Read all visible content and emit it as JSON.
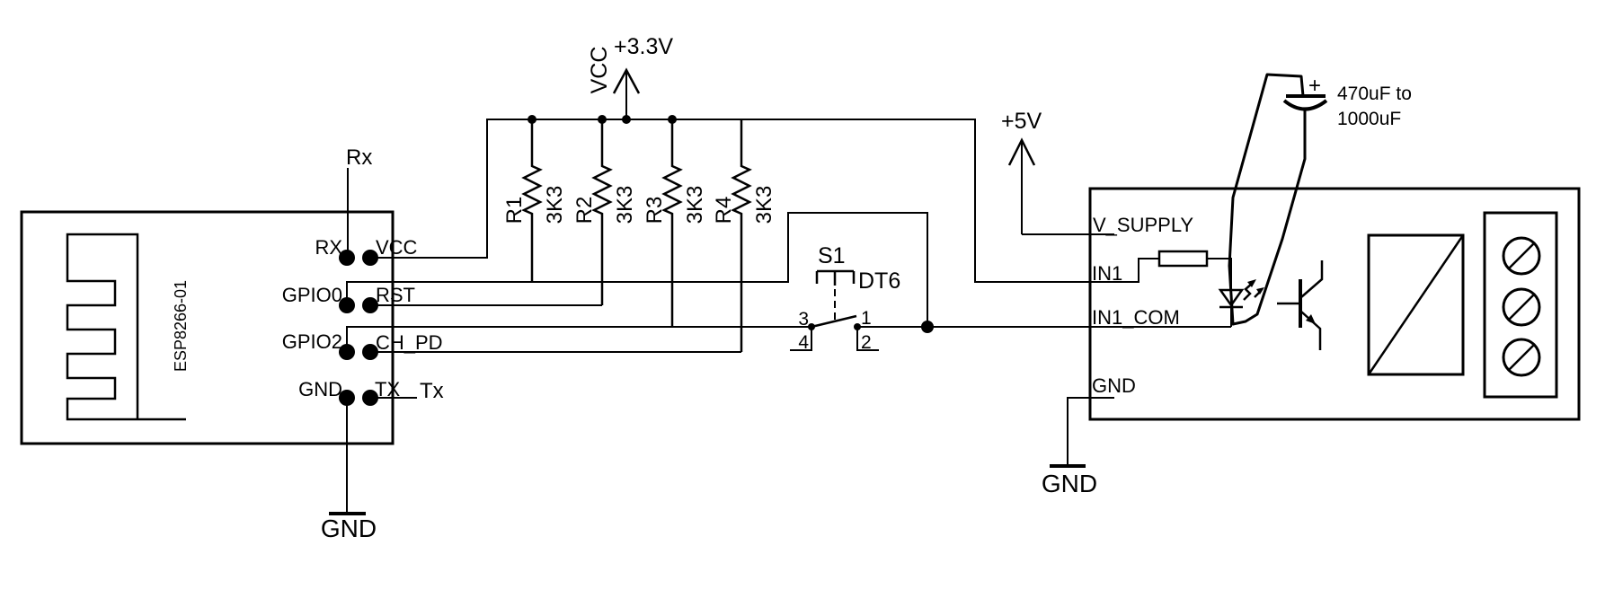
{
  "esp": {
    "part": "ESP8266-01",
    "pins": {
      "rx": "RX",
      "vcc": "VCC",
      "gpio0": "GPIO0",
      "rst": "RST",
      "gpio2": "GPIO2",
      "ch_pd": "CH_PD",
      "gnd": "GND",
      "tx": "TX"
    }
  },
  "wire_labels": {
    "rx": "Rx",
    "tx": "Tx"
  },
  "power": {
    "vcc": "VCC",
    "v3_3": "+3.3V",
    "v5": "+5V",
    "gnd": "GND"
  },
  "resistors": [
    {
      "ref": "R1",
      "value": "3K3"
    },
    {
      "ref": "R2",
      "value": "3K3"
    },
    {
      "ref": "R3",
      "value": "3K3"
    },
    {
      "ref": "R4",
      "value": "3K3"
    }
  ],
  "push_button": {
    "ref": "S1",
    "part": "DT6",
    "pin_1": "1",
    "pin_2": "2",
    "pin_3": "3",
    "pin_4": "4"
  },
  "relay_module": {
    "pins": {
      "v_supply": "V_SUPPLY",
      "in1": "IN1",
      "in1_com": "IN1_COM",
      "gnd": "GND"
    }
  },
  "capacitor": {
    "polarity": "+",
    "value_line1": "470uF to",
    "value_line2": "1000uF"
  },
  "colors": {
    "ink": "#000000",
    "background": "#ffffff"
  }
}
